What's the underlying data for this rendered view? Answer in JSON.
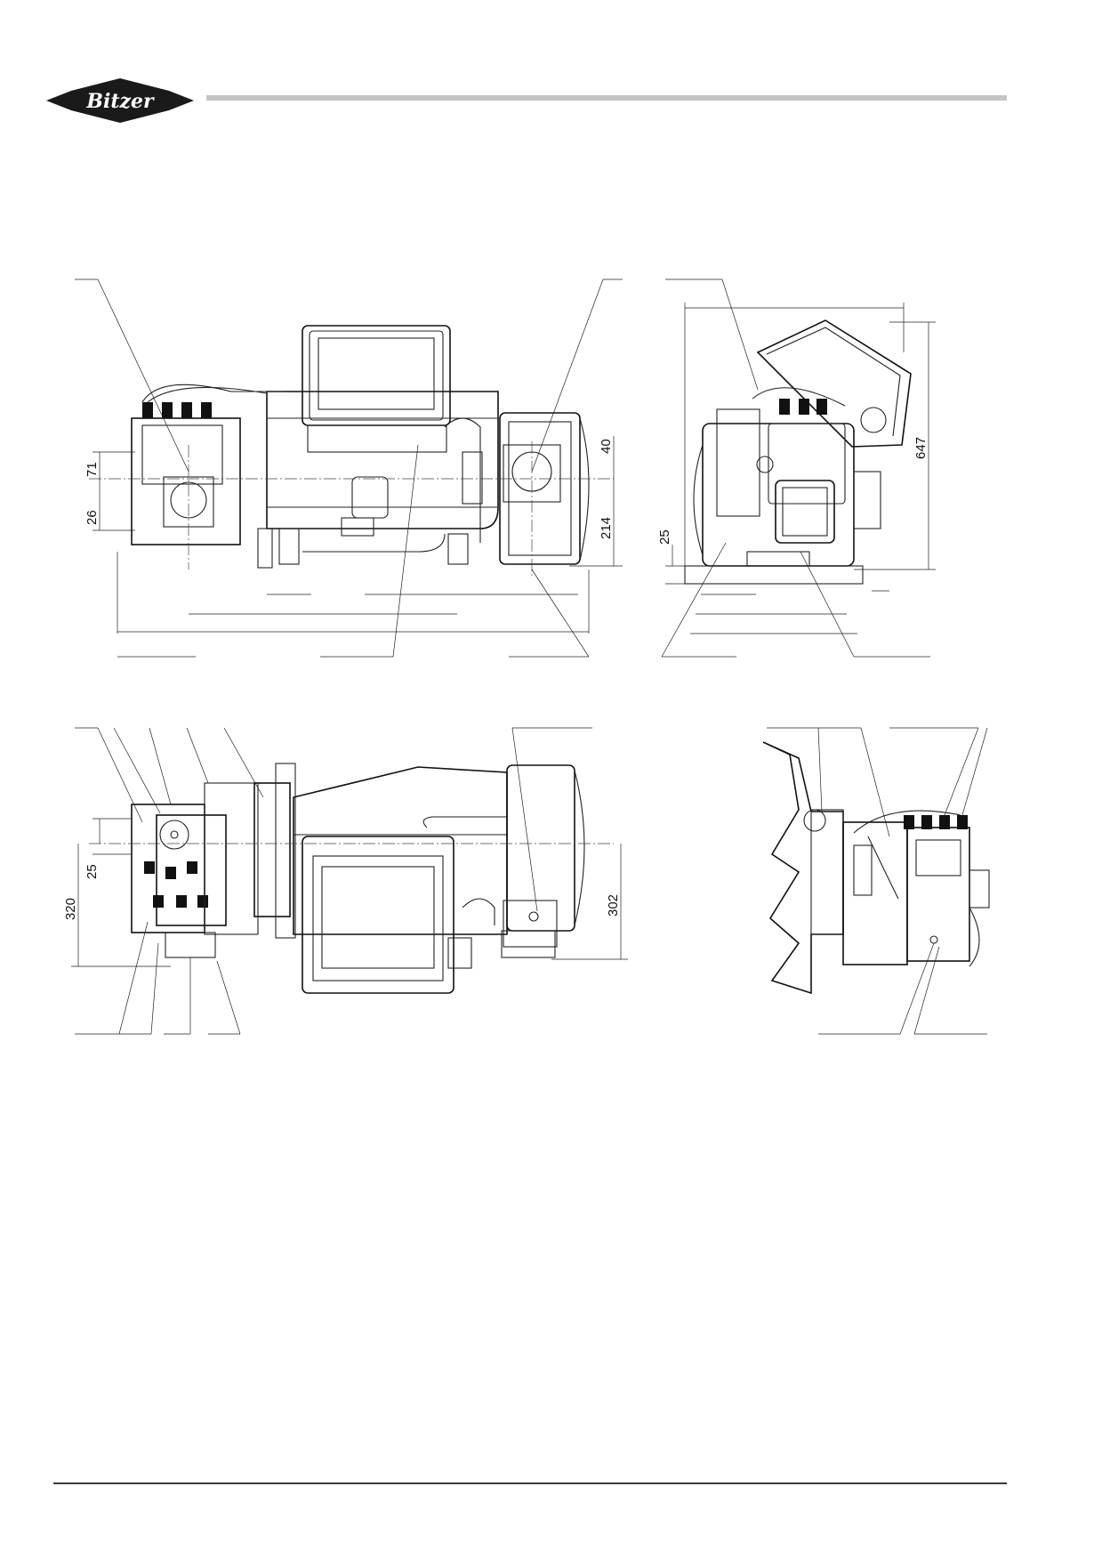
{
  "brand": {
    "logo_text": "Bitzer",
    "color_dark": "#1a1a1a",
    "rule_color": "#c4c4c4"
  },
  "dimensions": {
    "side_view": {
      "d71": "71",
      "d26": "26",
      "d40": "40",
      "d214": "214"
    },
    "end_view": {
      "d25": "25",
      "d647": "647"
    },
    "top_view": {
      "d25": "25",
      "d320": "320",
      "d302": "302"
    }
  }
}
